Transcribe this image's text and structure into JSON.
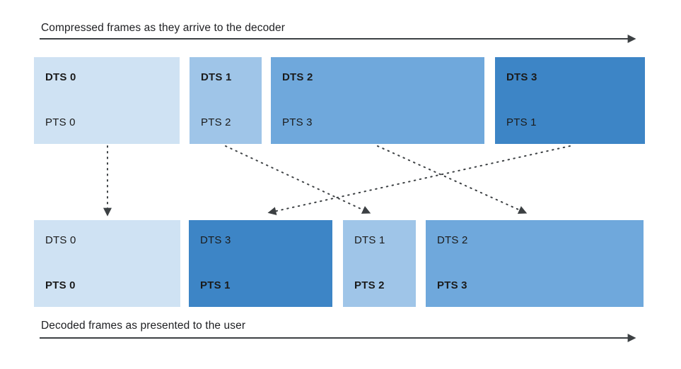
{
  "diagram": {
    "top": {
      "caption": "Compressed frames as they arrive to the decoder",
      "frames": [
        {
          "dts_label": "DTS 0",
          "pts_label": "PTS 0",
          "fill": "#cfe2f3"
        },
        {
          "dts_label": "DTS 1",
          "pts_label": "PTS 2",
          "fill": "#9fc5e8"
        },
        {
          "dts_label": "DTS 2",
          "pts_label": "PTS 3",
          "fill": "#6fa8dc"
        },
        {
          "dts_label": "DTS 3",
          "pts_label": "PTS 1",
          "fill": "#3d85c6"
        }
      ]
    },
    "bottom": {
      "caption": "Decoded frames as presented to the user",
      "frames": [
        {
          "dts_label": "DTS 0",
          "pts_label": "PTS 0",
          "fill": "#cfe2f3"
        },
        {
          "dts_label": "DTS 3",
          "pts_label": "PTS 1",
          "fill": "#3d85c6"
        },
        {
          "dts_label": "DTS 1",
          "pts_label": "PTS 2",
          "fill": "#9fc5e8"
        },
        {
          "dts_label": "DTS 2",
          "pts_label": "PTS 3",
          "fill": "#6fa8dc"
        }
      ]
    }
  },
  "colors": {
    "frame_blue_lightest": "#cfe2f3",
    "frame_blue_light": "#9fc5e8",
    "frame_blue_medium": "#6fa8dc",
    "frame_blue_dark": "#3d85c6",
    "arrow_gray": "#3c4043"
  }
}
